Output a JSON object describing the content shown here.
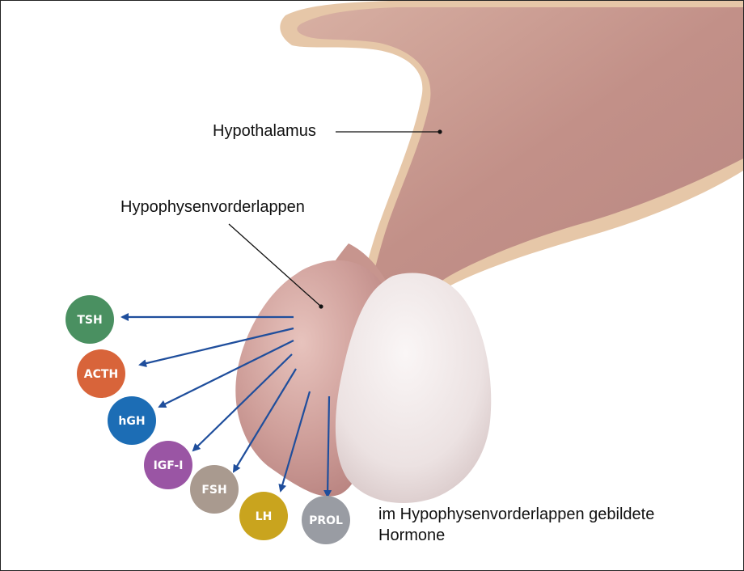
{
  "labels": {
    "hypothalamus": "Hypothalamus",
    "anterior_pituitary": "Hypophysenvorderlappen",
    "caption_line1": "im Hypophysenvorderlappen gebildete",
    "caption_line2": "Hormone"
  },
  "hormones": [
    {
      "name": "TSH",
      "color": "#4a9061"
    },
    {
      "name": "ACTH",
      "color": "#d8643a"
    },
    {
      "name": "hGH",
      "color": "#1c6db5"
    },
    {
      "name": "IGF-I",
      "color": "#9a55a4"
    },
    {
      "name": "FSH",
      "color": "#a99a8f"
    },
    {
      "name": "LH",
      "color": "#c9a41e"
    },
    {
      "name": "PROL",
      "color": "#999ca3"
    }
  ],
  "colors": {
    "arrow": "#1f4e9c",
    "hypothalamus_tissue": "#c89a91",
    "anterior_lobe": "#cf9f9a",
    "posterior_lobe": "#ece2e2"
  }
}
